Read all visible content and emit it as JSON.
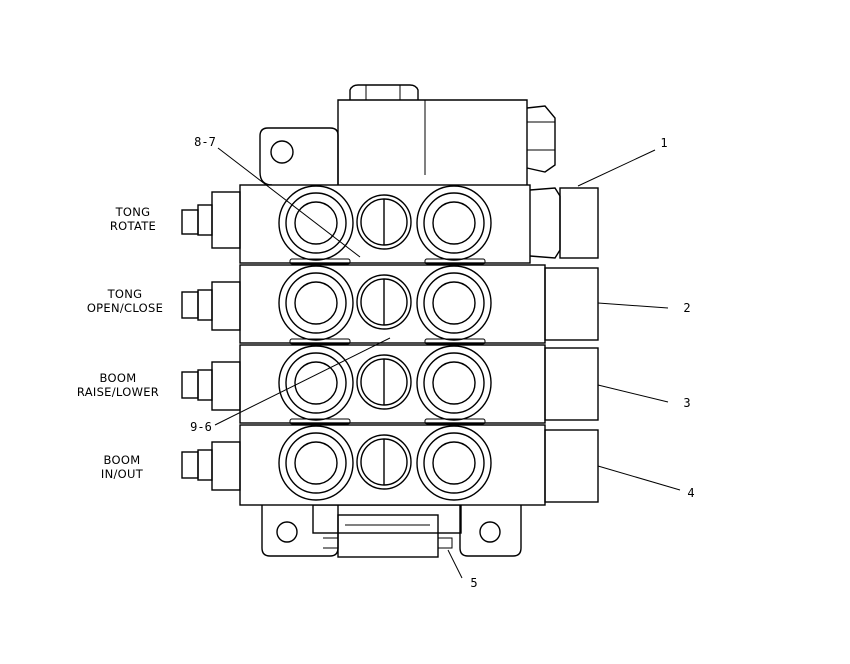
{
  "sections": [
    {
      "line1": "TONG",
      "line2": "ROTATE"
    },
    {
      "line1": "TONG",
      "line2": "OPEN/CLOSE"
    },
    {
      "line1": "BOOM",
      "line2": "RAISE/LOWER"
    },
    {
      "line1": "BOOM",
      "line2": "IN/OUT"
    }
  ],
  "callouts": {
    "c1": "1",
    "c2": "2",
    "c3": "3",
    "c4": "4",
    "c5": "5",
    "c87": "8-7",
    "c96": "9-6"
  }
}
